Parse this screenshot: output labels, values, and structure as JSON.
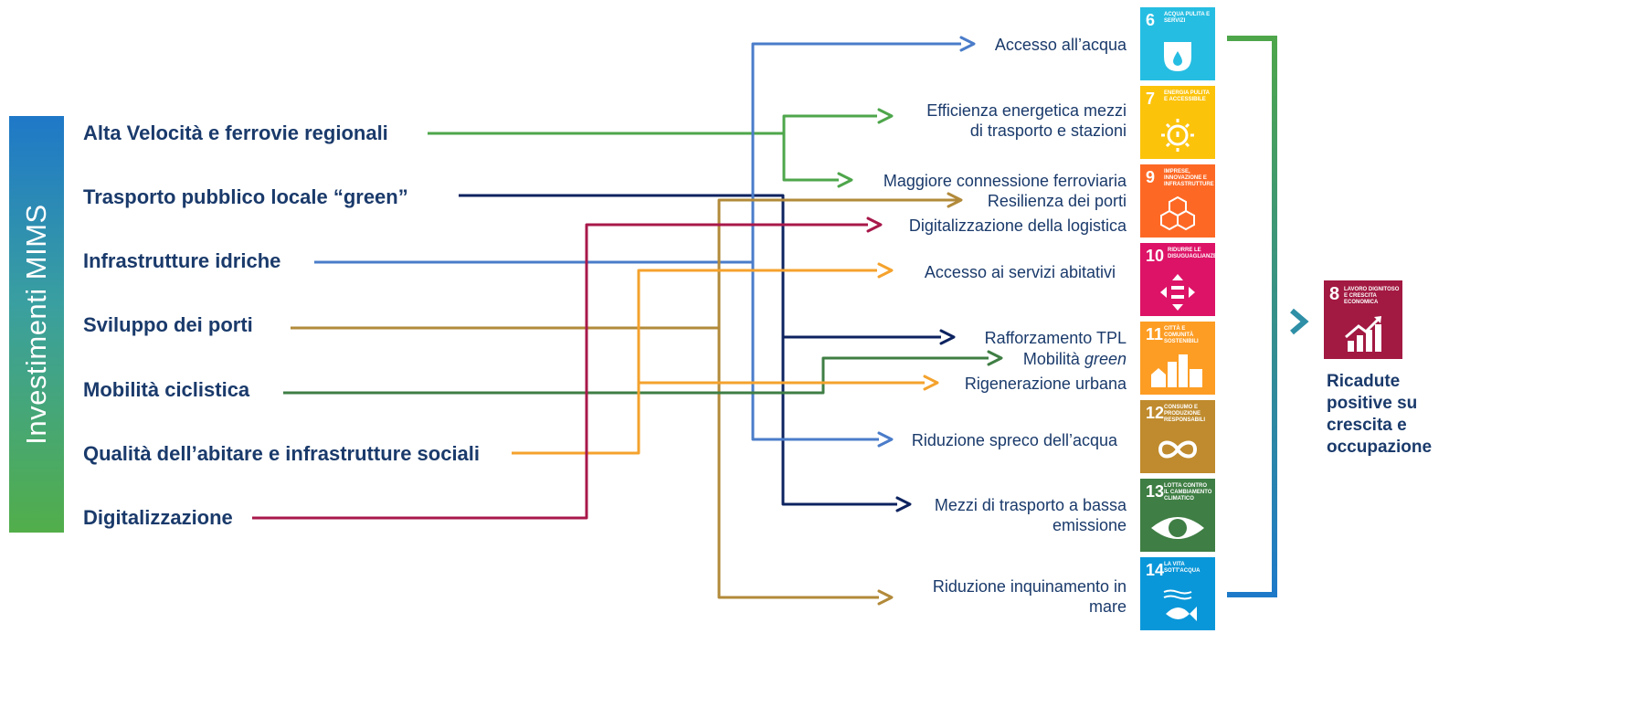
{
  "vertical_label": "Investimenti MIMS",
  "investments": [
    "Alta Velocità e ferrovie regionali",
    "Trasporto pubblico locale “green”",
    "Infrastrutture idriche",
    "Sviluppo dei porti",
    "Mobilità ciclistica",
    "Qualità dell’abitare e infrastrutture sociali",
    "Digitalizzazione"
  ],
  "outcomes": {
    "acqua": "Accesso all’acqua",
    "efficienza": [
      "Efficienza energetica mezzi",
      "di trasporto e stazioni"
    ],
    "connessione": "Maggiore connessione ferroviaria",
    "porti": "Resilienza dei porti",
    "logistica": "Digitalizzazione della logistica",
    "abitativi": "Accesso ai servizi abitativi",
    "tpl": "Rafforzamento TPL",
    "mobilita_prefix": "Mobilità ",
    "mobilita_italic": "green",
    "rigenerazione": "Rigenerazione urbana",
    "spreco": "Riduzione spreco dell’acqua",
    "emissione": [
      "Mezzi di trasporto a bassa",
      "emissione"
    ],
    "mare": [
      "Riduzione inquinamento in",
      "mare"
    ]
  },
  "sdgs": [
    {
      "num": "6",
      "title": "ACQUA PULITA E SERVIZI",
      "color": "#26bde2",
      "icon": "water-drop-icon"
    },
    {
      "num": "7",
      "title": "ENERGIA PULITA E ACCESSIBILE",
      "color": "#fcc30b",
      "icon": "sun-icon"
    },
    {
      "num": "9",
      "title": "IMPRESE, INNOVAZIONE E INFRASTRUTTURE",
      "color": "#fd6925",
      "icon": "cubes-icon"
    },
    {
      "num": "10",
      "title": "RIDURRE LE DISUGUAGLIANZE",
      "color": "#dd1367",
      "icon": "equality-icon"
    },
    {
      "num": "11",
      "title": "CITTÀ E COMUNITÀ SOSTENIBILI",
      "color": "#fd9d24",
      "icon": "city-icon"
    },
    {
      "num": "12",
      "title": "CONSUMO E PRODUZIONE RESPONSABILI",
      "color": "#bf8b2e",
      "icon": "infinity-icon"
    },
    {
      "num": "13",
      "title": "LOTTA CONTRO IL CAMBIAMENTO CLIMATICO",
      "color": "#3f7e44",
      "icon": "eye-globe-icon"
    },
    {
      "num": "14",
      "title": "LA VITA SOTT'ACQUA",
      "color": "#0a97d9",
      "icon": "fish-icon"
    }
  ],
  "sdg8": {
    "num": "8",
    "title": "LAVORO DIGNITOSO E CRESCITA ECONOMICA",
    "color": "#a21942",
    "icon": "growth-chart-icon"
  },
  "result_label": [
    "Ricadute",
    "positive su",
    "crescita e",
    "occupazione"
  ],
  "colors": {
    "rail": "#4ea64b",
    "tpl": "#0d2360",
    "water": "#4a7cc9",
    "ports": "#b28a3a",
    "cycling": "#3f7e44",
    "housing": "#f4a22d",
    "digital": "#a8184a",
    "text": "#1a3a6b"
  }
}
